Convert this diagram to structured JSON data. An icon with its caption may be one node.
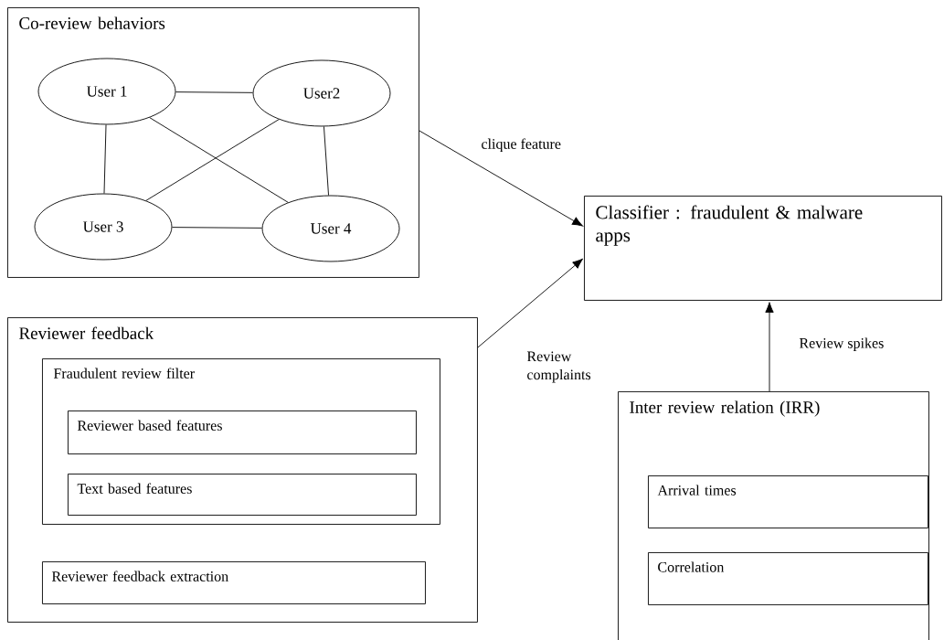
{
  "diagram": {
    "nodes": [
      {
        "text": [
          "Co-review behaviors"
        ]
      },
      {
        "text": [
          "User 1"
        ],
        "in": 0
      },
      {
        "text": [
          "User2"
        ],
        "in": 0
      },
      {
        "text": [
          "User 3"
        ],
        "in": 0
      },
      {
        "text": [
          "User 4"
        ],
        "in": 0
      },
      {
        "text": [
          "Reviewer feedback"
        ]
      },
      {
        "text": [
          "Fraudulent review filter"
        ],
        "in": 5
      },
      {
        "text": [
          "Reviewer based features"
        ],
        "in": 6
      },
      {
        "text": [
          "Text based features"
        ],
        "in": 6
      },
      {
        "text": [
          "Reviewer feedback extraction"
        ],
        "in": 5
      },
      {
        "text": [
          "Classifier : fraudulent & malware apps"
        ]
      },
      {
        "text": [
          "Inter review relation (IRR)"
        ]
      },
      {
        "text": [
          "Arrival times"
        ],
        "in": 11
      },
      {
        "text": [
          "Correlation"
        ],
        "in": 11
      }
    ],
    "edges": [
      {
        "from": 1,
        "to": 2,
        "arrow": "none"
      },
      {
        "from": 1,
        "to": 3,
        "arrow": "none"
      },
      {
        "from": 1,
        "to": 4,
        "arrow": "none"
      },
      {
        "from": 2,
        "to": 3,
        "arrow": "none"
      },
      {
        "from": 2,
        "to": 4,
        "arrow": "none"
      },
      {
        "from": 3,
        "to": 4,
        "arrow": "none"
      },
      {
        "from": 0,
        "to": 10,
        "arrow": "to",
        "label": "clique feature"
      },
      {
        "from": 5,
        "to": 10,
        "arrow": "to",
        "label": "Review complaints"
      },
      {
        "from": 11,
        "to": 10,
        "arrow": "to",
        "label": "Review spikes"
      }
    ]
  }
}
